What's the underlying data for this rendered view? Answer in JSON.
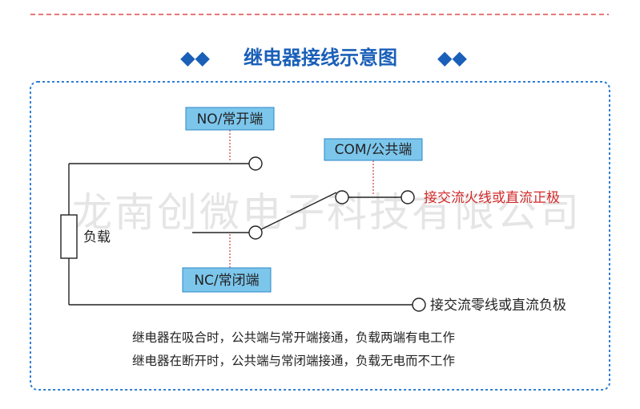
{
  "title": "继电器接线示意图",
  "title_decoration": "◆◆",
  "labels": {
    "no": "NO/常开端",
    "com": "COM/公共端",
    "nc": "NC/常闭端",
    "load": "负载",
    "ac_live": "接交流火线或直流正极",
    "ac_neutral": "接交流零线或直流负极"
  },
  "notes": [
    "继电器在吸合时，公共端与常开端接通，负载两端有电工作",
    "继电器在断开时，公共端与常闭端接通，负载无电而不工作"
  ],
  "watermark": "龙南创微电子科技有限公司",
  "colors": {
    "title": "#1a5fb8",
    "frame": "#2f7fd4",
    "label_box_fill": "#7cc6ec",
    "label_box_stroke": "#2d87c8",
    "wire": "#222222",
    "dotted_lead": "#d24b4b",
    "highlight": "#d42a2a",
    "top_rule": "#e04a4a"
  }
}
